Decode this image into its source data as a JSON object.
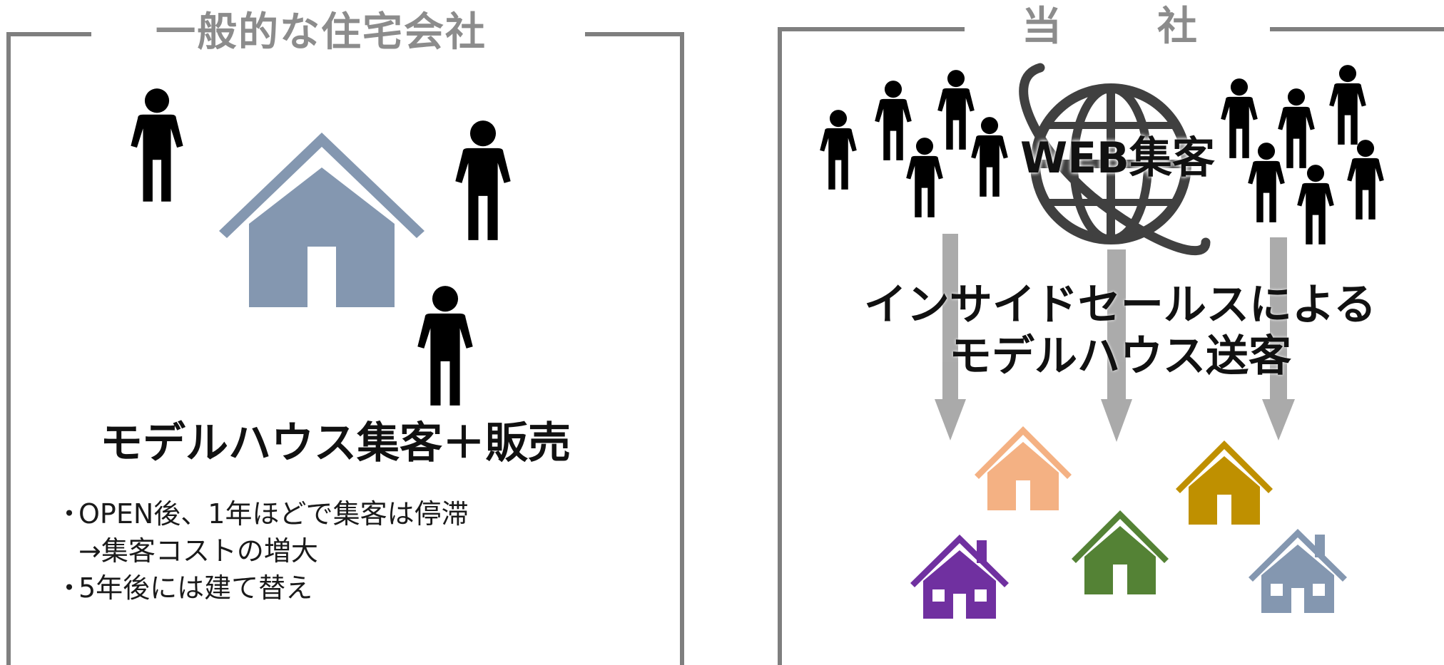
{
  "left_panel": {
    "title": "一般的な住宅会社",
    "heading": "モデルハウス集客＋販売",
    "bullets": [
      {
        "marker": "・",
        "text": "OPEN後、1年ほどで集客は停滞"
      },
      {
        "marker": "",
        "text": "→集客コストの増大"
      },
      {
        "marker": "・",
        "text": "5年後には建て替え"
      }
    ],
    "house_color": "#8497b0"
  },
  "right_panel": {
    "title_left": "当",
    "title_right": "社",
    "web_label": "WEB集客",
    "heading_line1": "インサイドセールスによる",
    "heading_line2": "モデルハウス送客",
    "arrow_color": "#a6a6a6",
    "house_colors": [
      "#f4b183",
      "#bf9000",
      "#7030a0",
      "#548235",
      "#8497b0"
    ]
  },
  "colors": {
    "frame": "#7f7f7f",
    "person": "#000000",
    "globe": "#404040"
  }
}
